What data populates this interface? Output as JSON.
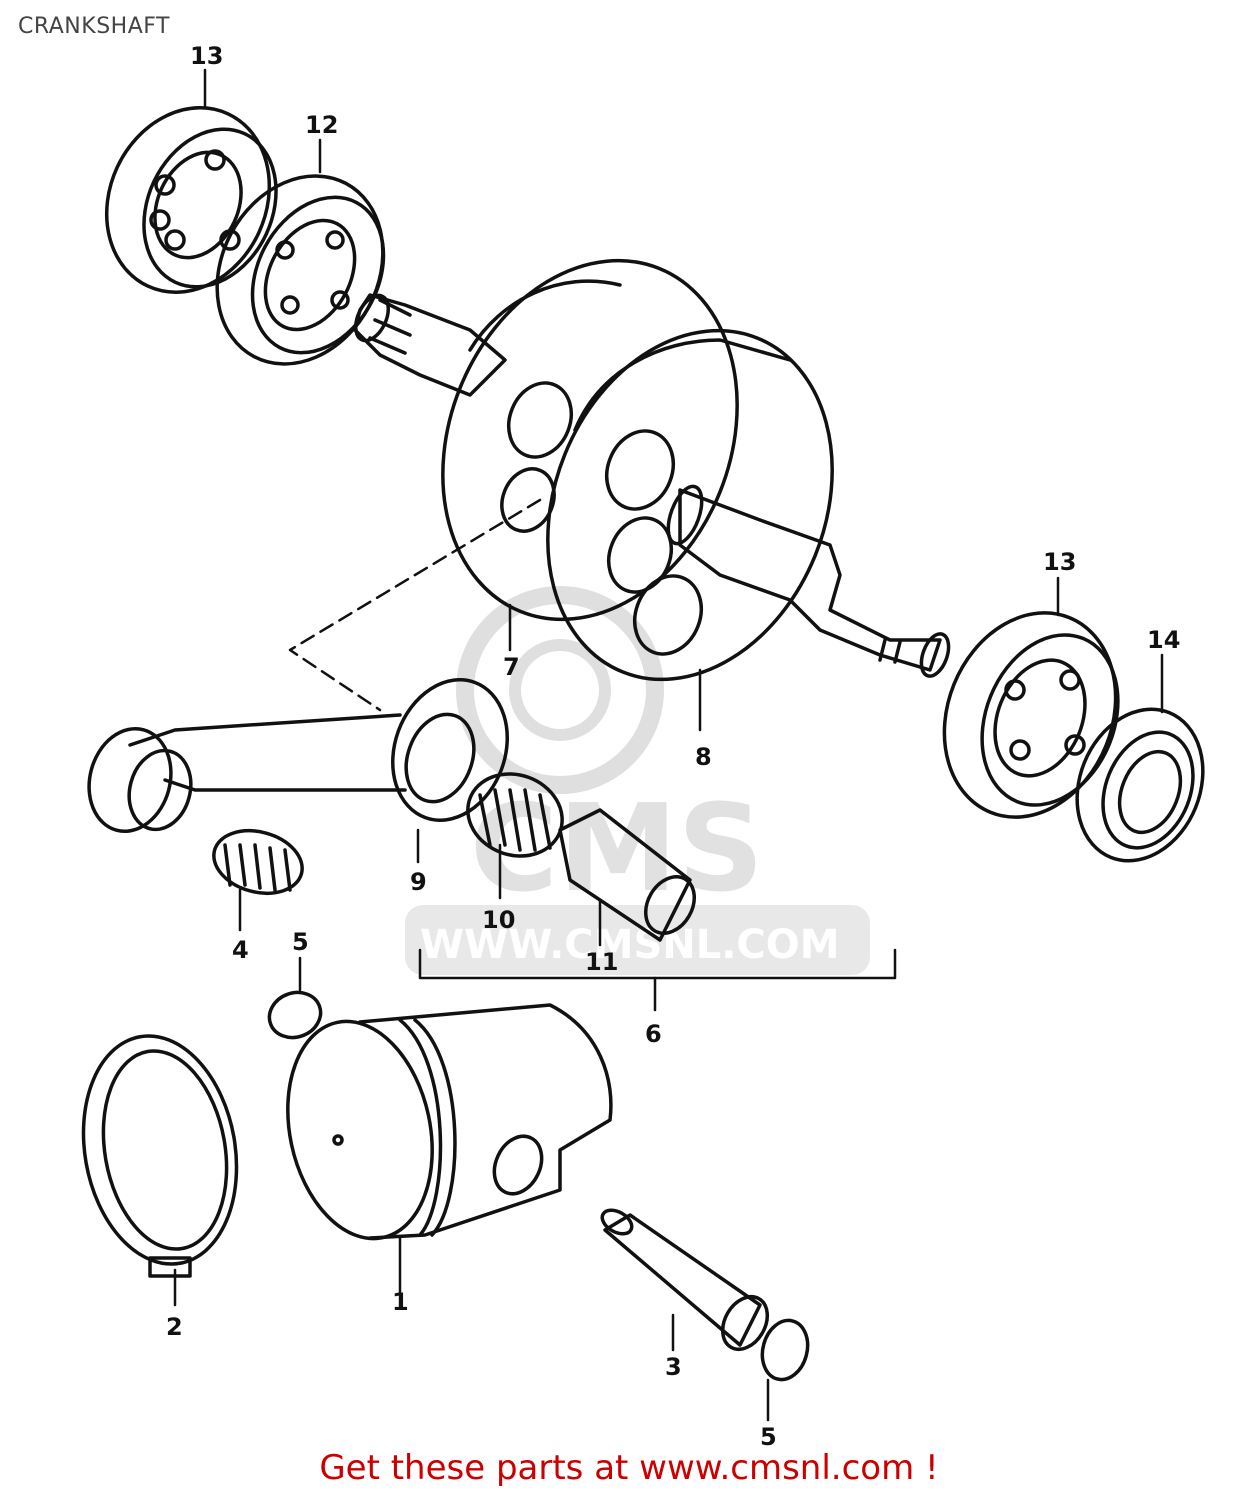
{
  "title": "CRANKSHAFT",
  "footer": "Get these parts at www.cmsnl.com !",
  "watermark": {
    "logo": "CMS",
    "url": "WWW.CMSNL.COM"
  },
  "callouts": [
    {
      "id": "13a",
      "text": "13"
    },
    {
      "id": "12",
      "text": "12"
    },
    {
      "id": "13b",
      "text": "13"
    },
    {
      "id": "14",
      "text": "14"
    },
    {
      "id": "7",
      "text": "7"
    },
    {
      "id": "8",
      "text": "8"
    },
    {
      "id": "9",
      "text": "9"
    },
    {
      "id": "10",
      "text": "10"
    },
    {
      "id": "11",
      "text": "11"
    },
    {
      "id": "4",
      "text": "4"
    },
    {
      "id": "5a",
      "text": "5"
    },
    {
      "id": "6",
      "text": "6"
    },
    {
      "id": "2",
      "text": "2"
    },
    {
      "id": "1",
      "text": "1"
    },
    {
      "id": "3",
      "text": "3"
    },
    {
      "id": "5b",
      "text": "5"
    }
  ],
  "colors": {
    "line": "#111111",
    "watermark": "#d9d9d9",
    "footer": "#cc0000"
  }
}
